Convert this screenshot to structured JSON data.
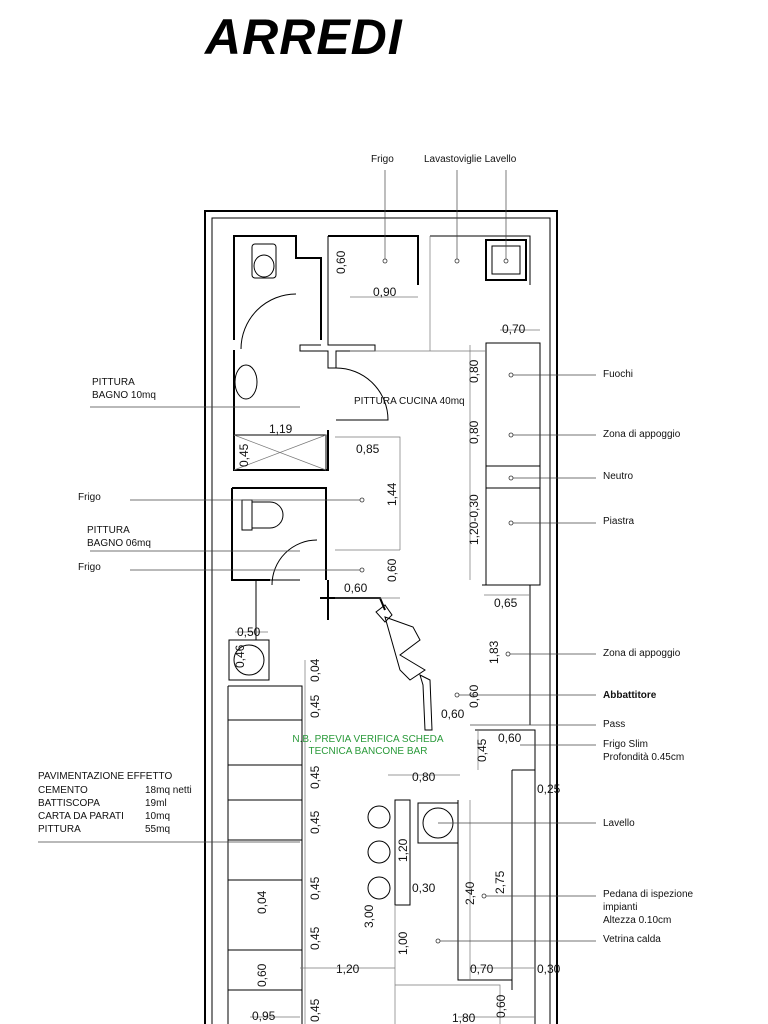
{
  "title": "ARREDI",
  "top_labels": [
    "Frigo",
    "Lavastoviglie Lavello"
  ],
  "right_labels": [
    "Fuochi",
    "Zona di appoggio",
    "Neutro",
    "Piastra",
    "Zona di appoggio",
    "Abbattitore",
    "Pass",
    "Frigo Slim",
    "Profondità 0.45cm",
    "Lavello",
    "Pedana di ispezione",
    "impianti",
    "Altezza 0.10cm",
    "Vetrina calda"
  ],
  "left_labels": [
    "PITTURA",
    "BAGNO    10mq",
    "Frigo",
    "PITTURA",
    "BAGNO    06mq",
    "Frigo"
  ],
  "room_label": "PITTURA CUCINA     40mq",
  "note": [
    "N.B. PREVIA VERIFICA SCHEDA",
    "TECNICA BANCONE BAR"
  ],
  "flooring": {
    "heading": "PAVIMENTAZIONE EFFETTO",
    "items": [
      {
        "name": "CEMENTO",
        "value": "18mq netti"
      },
      {
        "name": "BATTISCOPA",
        "value": "19ml"
      },
      {
        "name": "CARTA DA PARATI",
        "value": "10mq"
      },
      {
        "name": "PITTURA",
        "value": "55mq"
      }
    ]
  },
  "dimensions": [
    "0,60",
    "0,90",
    "0,70",
    "0,80",
    "0,80",
    "1,20-0,30",
    "1,19",
    "0,45",
    "0,85",
    "1,44",
    "0,60",
    "0,60",
    "0,65",
    "0,50",
    "0,46",
    "1,83",
    "0,04",
    "0,45",
    "0,60",
    "0,60",
    "0,45",
    "0,60",
    "0,45",
    "0,80",
    "0,25",
    "0,45",
    "1,20",
    "0,30",
    "2,40",
    "2,75",
    "0,04",
    "0,45",
    "3,00",
    "1,00",
    "0,45",
    "1,20",
    "0,60",
    "0,70",
    "0,30",
    "0,95",
    "0,45",
    "1,80",
    "0,60"
  ]
}
